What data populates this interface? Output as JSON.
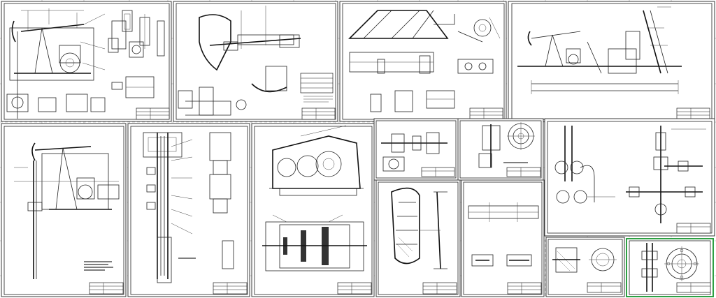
{
  "title": "",
  "palette": {
    "paper": "#ffffff",
    "ink": "#222222",
    "grid": "#9a9a9a",
    "selection": "#2ea043"
  },
  "sheets": [
    {
      "id": "pump-unit-general-view",
      "active": false
    },
    {
      "id": "balancer-beam",
      "active": false
    },
    {
      "id": "frame-structure",
      "active": false
    },
    {
      "id": "wellsite-layout",
      "active": false
    },
    {
      "id": "pumping-unit-assembly",
      "active": false
    },
    {
      "id": "tubing-string",
      "active": false
    },
    {
      "id": "rod-connection",
      "active": false
    },
    {
      "id": "gearbox-assembly",
      "active": false
    },
    {
      "id": "gearbox-detail",
      "active": false
    },
    {
      "id": "shaft-detail",
      "active": false
    },
    {
      "id": "wellhead-equipment",
      "active": false
    },
    {
      "id": "horsehead-detail",
      "active": false
    },
    {
      "id": "beam-section",
      "active": false
    },
    {
      "id": "bearing-detail",
      "active": false
    },
    {
      "id": "flange-detail",
      "active": true
    }
  ]
}
